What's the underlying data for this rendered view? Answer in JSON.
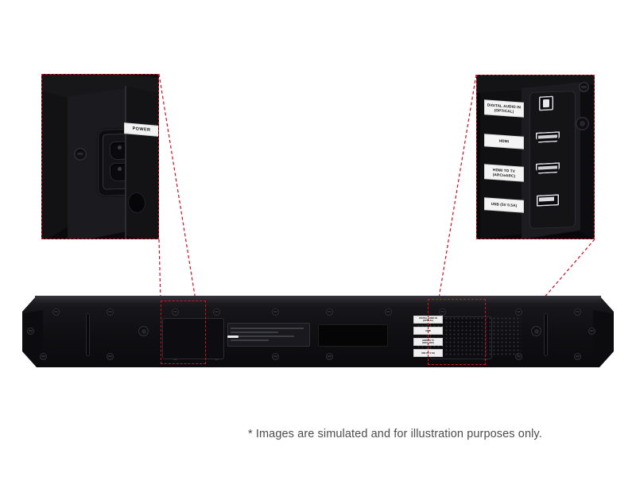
{
  "image": {
    "subject": "soundbar-rear-panel-diagram",
    "background_color": "#ffffff",
    "callout_border_color": "#cc1122"
  },
  "caption": {
    "text": "* Images are simulated and for illustration purposes only.",
    "color": "#4d4d4d"
  },
  "callouts": [
    {
      "id": "left",
      "name": "power-inlet-callout",
      "label": "POWER",
      "description": "Power inlet connector detail"
    },
    {
      "id": "right",
      "name": "ports-callout",
      "description": "Rear input/output port detail"
    }
  ],
  "ports": [
    {
      "label": "DIGITAL AUDIO IN\n(OPTICAL)",
      "icon": "optical-toslink-icon",
      "name": "port-digital-audio-in-optical"
    },
    {
      "label": "HDMI",
      "icon": "hdmi-icon",
      "name": "port-hdmi-in"
    },
    {
      "label": "HDMI TO TV\n(ARC/eARC)",
      "icon": "hdmi-icon",
      "name": "port-hdmi-to-tv-arc"
    },
    {
      "label": "USB (5V 0.5A)",
      "icon": "usb-icon",
      "name": "port-usb"
    }
  ],
  "soundbar": {
    "name": "soundbar-rear-view",
    "finish_color": "#0f0f12",
    "regions": [
      {
        "name": "power-region-marker"
      },
      {
        "name": "ports-region-marker"
      }
    ]
  }
}
